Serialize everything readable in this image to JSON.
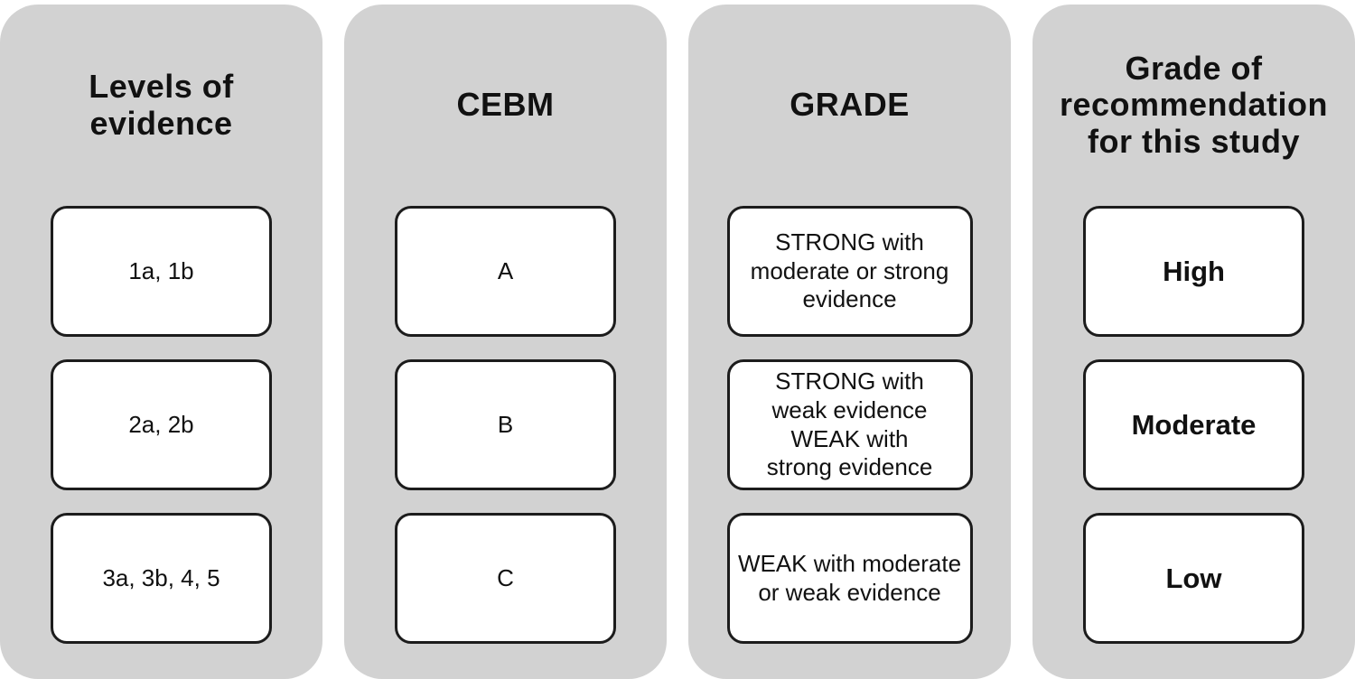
{
  "figure": {
    "title_semantic": "evidence-levels-grading-diagram",
    "colors": {
      "column_bg": "#d2d2d2",
      "box_bg": "#ffffff",
      "box_border": "#1c1c1c",
      "text": "#111111"
    },
    "columns": [
      {
        "name": "levels-of-evidence",
        "header": "Levels of\nevidence",
        "boxes": [
          "1a, 1b",
          "2a, 2b",
          "3a, 3b, 4, 5"
        ]
      },
      {
        "name": "cebm",
        "header": "CEBM",
        "boxes": [
          "A",
          "B",
          "C"
        ]
      },
      {
        "name": "grade",
        "header": "GRADE",
        "boxes": [
          "STRONG with\nmoderate or strong\nevidence",
          "STRONG with\nweak evidence\nWEAK with\nstrong evidence",
          "WEAK with moderate\nor weak evidence"
        ]
      },
      {
        "name": "grade-of-recommendation",
        "header": "Grade of\nrecommendation\nfor this study",
        "boxes": [
          "High",
          "Moderate",
          "Low"
        ]
      }
    ]
  }
}
